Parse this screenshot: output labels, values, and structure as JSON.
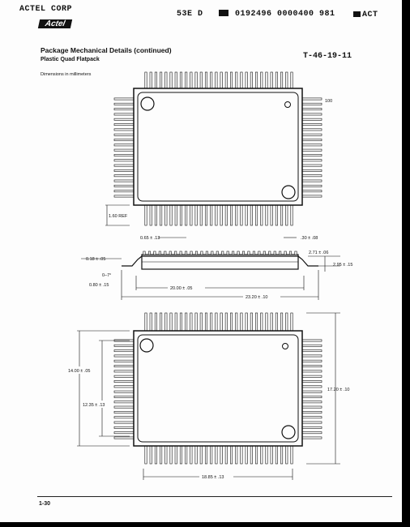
{
  "header": {
    "company": "ACTEL CORP",
    "code_line": "53E D",
    "doc_numbers": "0192496 0000400 981",
    "suffix": "ACT",
    "logo_text": "Actel"
  },
  "section": {
    "title": "Package Mechanical Details (continued)",
    "subtitle": "Plastic Quad Flatpack",
    "units_note": "Dimensions in millimeters",
    "handwritten_code": "T-46-19-11"
  },
  "top_view": {
    "pin_label": "100",
    "ref_label": "1.60 REF",
    "pitch_label": "0.65 ± .13",
    "lead_width_label": ".30 ± .08"
  },
  "side_view": {
    "lead_thickness_label": "0.18 ± .05",
    "angle_label": "0–7°",
    "foot_label": "0.80 ± .15",
    "body_length_label": "20.00 ± .05",
    "overall_length_label": "23.20 ± .10",
    "height_label": "2.71 ± .06",
    "total_height_label": "2.95 ± .15"
  },
  "bottom_view": {
    "body_width_label": "14.00 ± .05",
    "span_label": "12.35 ± .13",
    "overall_width_label": "17.20 ± .10",
    "lead_span_label": "18.85 ± .13"
  },
  "footer": {
    "page_number": "1-30"
  }
}
